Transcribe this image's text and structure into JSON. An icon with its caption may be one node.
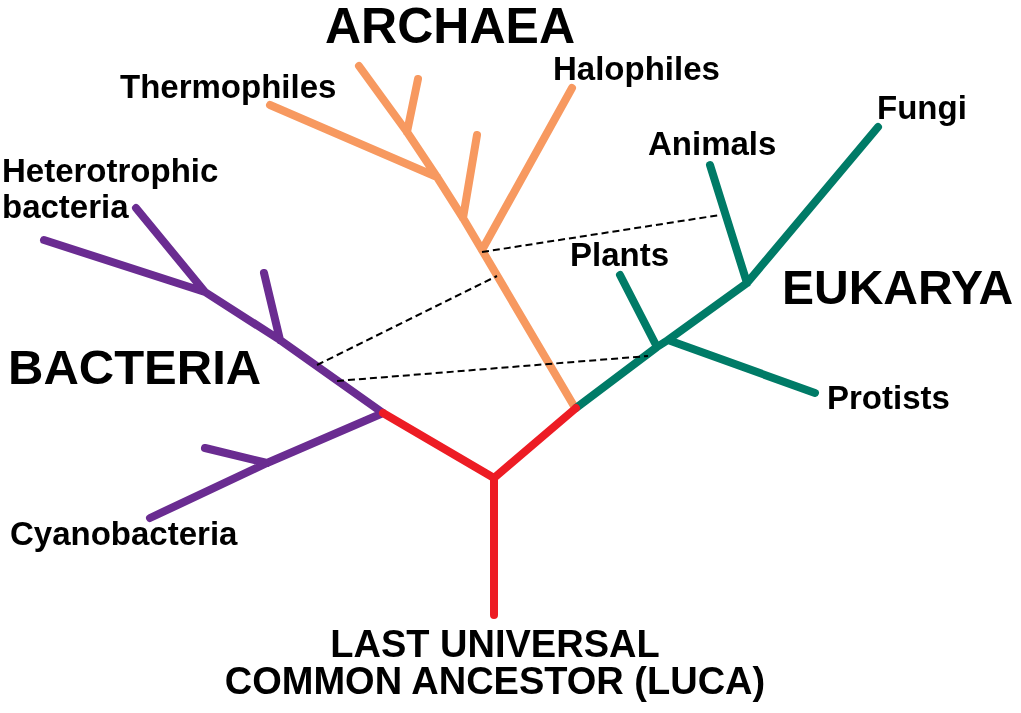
{
  "diagram": {
    "labels": [
      "ARCHAEA",
      "Thermophiles",
      "Halophiles",
      "Fungi",
      "Heterotrophic bacteria",
      "Animals",
      "Plants",
      "EUKARYA",
      "BACTERIA",
      "Protists",
      "Cyanobacteria",
      "LAST UNIVERSAL COMMON ANCESTOR (LUCA)"
    ]
  }
}
